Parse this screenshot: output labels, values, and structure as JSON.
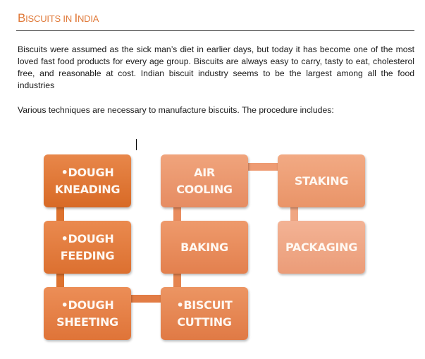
{
  "document": {
    "title_parts": [
      {
        "cap": "B",
        "rest": "ISCUITS IN "
      },
      {
        "cap": "I",
        "rest": "NDIA"
      }
    ],
    "paragraphs": [
      "Biscuits were assumed as the sick man’s diet in earlier days, but today it has become one of the most loved fast food products for every age group. Biscuits are always easy to carry, tasty to eat, cholesterol free, and reasonable at cost. Indian biscuit industry seems to be the largest among all the food industries",
      "Various techniques are necessary to manufacture biscuits. The procedure includes:"
    ]
  },
  "diagram": {
    "steps": [
      {
        "id": "dough-kneading",
        "line1": "•DOUGH",
        "line2": "KNEADING"
      },
      {
        "id": "dough-feeding",
        "line1": "•DOUGH",
        "line2": "FEEDING"
      },
      {
        "id": "dough-sheeting",
        "line1": "•DOUGH",
        "line2": "SHEETING"
      },
      {
        "id": "biscuit-cutting",
        "line1": "•BISCUIT",
        "line2": "CUTTING"
      },
      {
        "id": "baking",
        "line1": "BAKING",
        "line2": ""
      },
      {
        "id": "air-cooling",
        "line1": "AIR",
        "line2": "COOLING"
      },
      {
        "id": "staking",
        "line1": "STAKING",
        "line2": ""
      },
      {
        "id": "packaging",
        "line1": "PACKAGING",
        "line2": ""
      }
    ],
    "colors": {
      "accent": "#e07a3a",
      "step_dark": "#d86a26",
      "step_mid": "#e07a45",
      "step_light": "#e68c62",
      "step_lightest": "#eb9c78"
    }
  }
}
